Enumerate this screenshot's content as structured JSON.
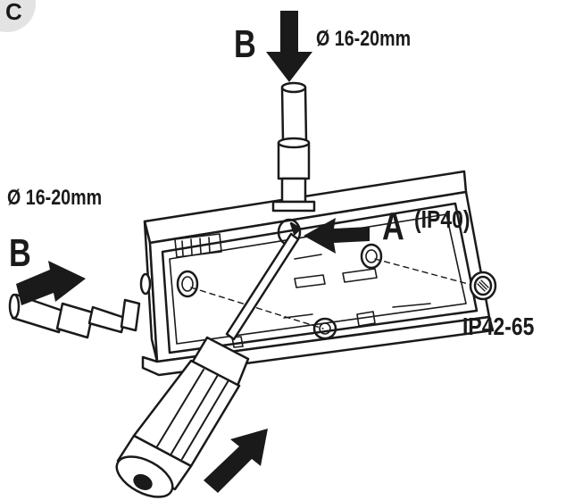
{
  "step": "C",
  "labels": {
    "b_top": "B",
    "dim_top": "Ø 16-20mm",
    "dim_left": "Ø 16-20mm",
    "b_left": "B",
    "a": "A",
    "ip40": "(IP40)",
    "ip42_65": "IP42-65"
  },
  "colors": {
    "ink": "#1a1a1a",
    "badge": "#e3e3e3",
    "paper": "#ffffff"
  },
  "icons": {
    "arrow": "block-arrow",
    "tool": "screwdriver",
    "part": "junction-box",
    "plug": "blanking-plug"
  }
}
